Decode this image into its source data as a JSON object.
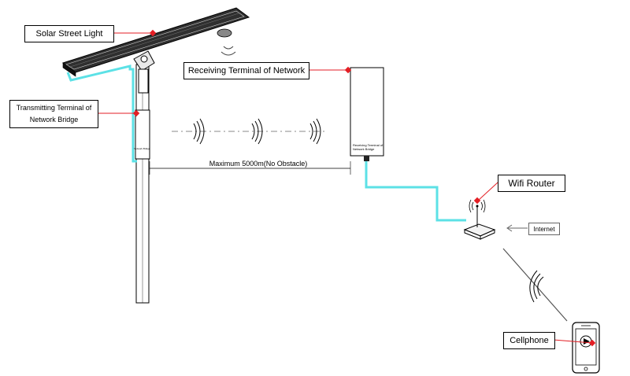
{
  "labels": {
    "solar_street_light": "Solar Street Light",
    "receiving_terminal": "Receiving Terminal of Network",
    "transmitting_terminal_line1": "Transmitting Terminal of",
    "transmitting_terminal_line2": "Network Bridge",
    "wifi_router": "Wifi Router",
    "cellphone": "Cellphone",
    "internet": "Internet",
    "distance": "Maximum 5000m(No Obstacle)"
  },
  "device_text": {
    "receiver_label_line1": "Receiving Terminal of",
    "receiver_label_line2": "Network Bridge",
    "transmitter_label": "Network Bridge"
  },
  "colors": {
    "cable": "#5ce1e6",
    "marker": "#e31e24",
    "outline": "#000000",
    "panel": "#3a3a3a"
  }
}
